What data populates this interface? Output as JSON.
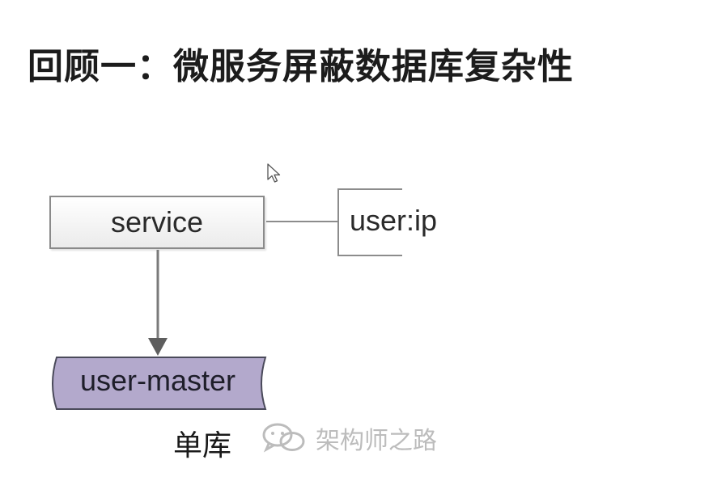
{
  "title": "回顾一：微服务屏蔽数据库复杂性",
  "diagram": {
    "service_label": "service",
    "annotation_label": "user:ip",
    "database_label": "user-master",
    "caption": "单库"
  },
  "watermark": {
    "text": "架构师之路",
    "icon": "wechat-icon"
  },
  "colors": {
    "database_fill": "#b3a9cc",
    "border_gray": "#8c8c8c",
    "text": "#1c1c1c"
  }
}
